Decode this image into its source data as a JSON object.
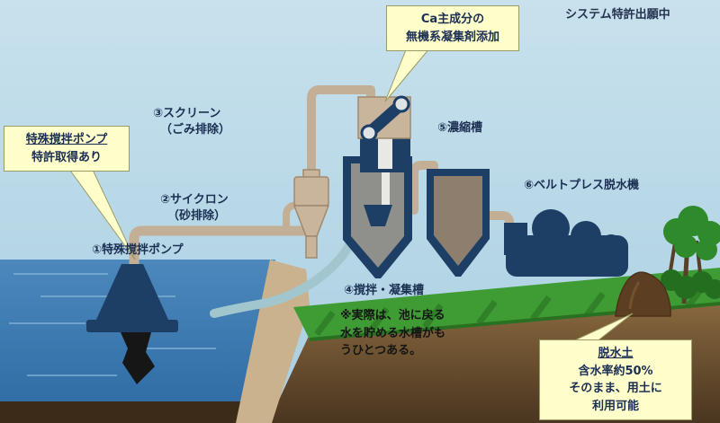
{
  "header": {
    "patent_status": "システム特許出願中"
  },
  "callouts": {
    "coagulant": {
      "line1": "Ca主成分の",
      "line2": "無機系凝集剤添加"
    },
    "pump_patent": {
      "line1": "特殊撹拌ポンプ",
      "line2": "特許取得あり"
    },
    "dewatered_soil": {
      "line1": "脱水土",
      "line2": "含水率約50%",
      "line3": "そのまま、用土に",
      "line4": "利用可能"
    }
  },
  "equipment_labels": {
    "pump": "①特殊撹拌ポンプ",
    "cyclone_name": "②サイクロン",
    "cyclone_sub": "（砂排除）",
    "screen_name": "③スクリーン",
    "screen_sub": "（ごみ排除）",
    "mixing_tank": "④撹拌・凝集槽",
    "thickener": "⑤濃縮槽",
    "belt_press": "⑥ベルトプレス脱水機"
  },
  "note": {
    "line1": "※実際は、池に戻る",
    "line2": "水を貯める水槽がも",
    "line3": "うひとつある。"
  },
  "colors": {
    "callout_bg": "#ffffcc",
    "callout_border": "#9a9a66",
    "equipment_navy": "#1d3f66",
    "pipe_tan": "#c3ae96",
    "return_pipe_teal": "#a2c6ce",
    "water_blue": "#3c7cb4",
    "grass_green": "#3f9c35",
    "soil_brown": "#6b4e2e",
    "text_color": "#1b2f52"
  }
}
